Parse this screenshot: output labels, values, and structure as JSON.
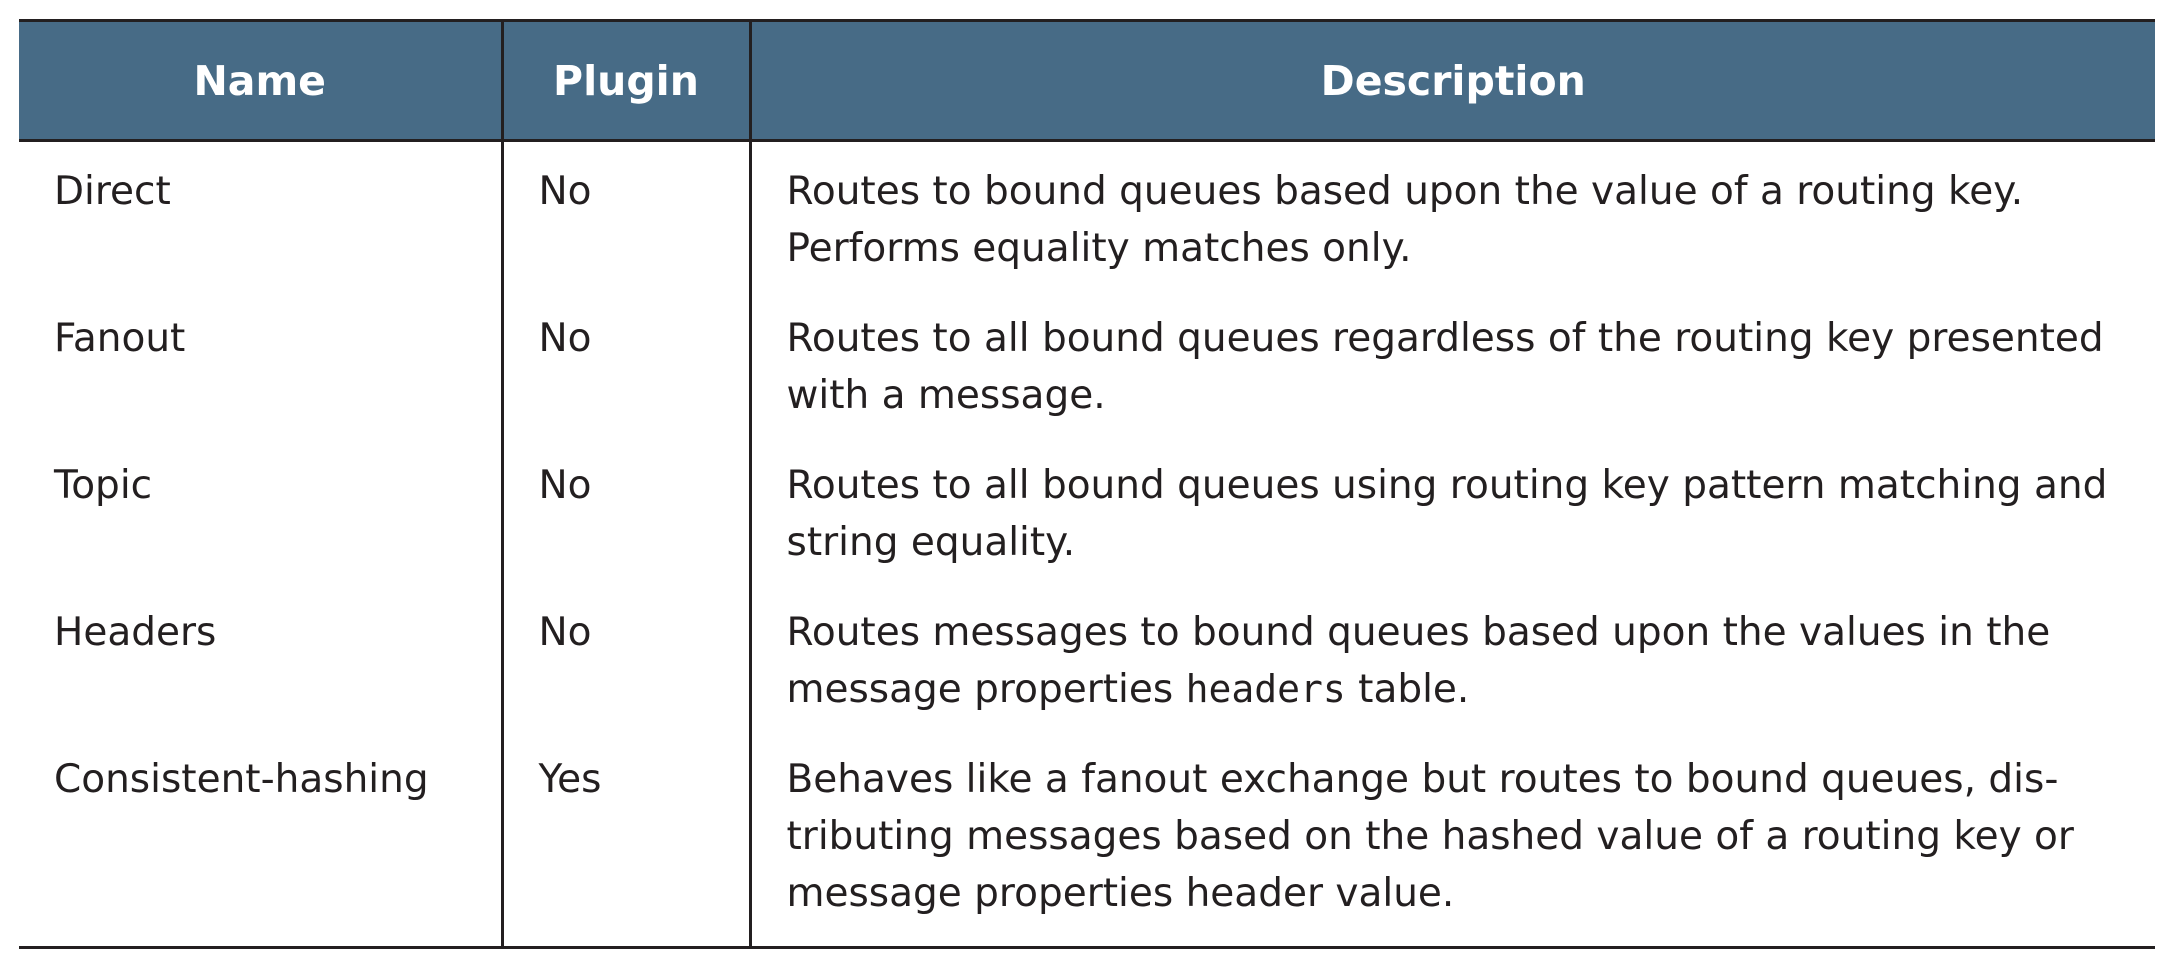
{
  "table": {
    "headers": {
      "name": "Name",
      "plugin": "Plugin",
      "description": "Description"
    },
    "rows": [
      {
        "name": "Direct",
        "plugin": "No",
        "description_line1": "Routes to bound queues based upon the value of a routing key.",
        "description_line2": "Performs equality matches only."
      },
      {
        "name": "Fanout",
        "plugin": "No",
        "description_line1": "Routes to all bound queues regardless of the routing key presented",
        "description_line2": "with a message."
      },
      {
        "name": "Topic",
        "plugin": "No",
        "description_line1": "Routes to all bound queues using routing key pattern matching and",
        "description_line2": "string equality."
      },
      {
        "name": "Headers",
        "plugin": "No",
        "description_line1": "Routes messages to bound queues based upon the values in the",
        "description_line2_before": "message properties ",
        "description_line2_code": "headers",
        "description_line2_after": " table."
      },
      {
        "name": "Consistent-hashing",
        "plugin": "Yes",
        "description_line1": "Behaves like a fanout exchange but routes to bound queues, dis-",
        "description_line2": "tributing messages based on the hashed value of a routing key or",
        "description_line3": "message properties header value."
      }
    ]
  },
  "colors": {
    "header_background": "#476b86",
    "header_text": "#ffffff",
    "body_text": "#231f20",
    "rule": "#231f20"
  }
}
